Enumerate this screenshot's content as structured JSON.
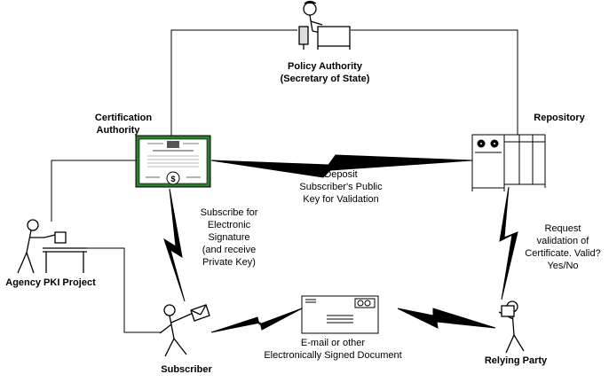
{
  "nodes": {
    "policy_authority": {
      "line1": "Policy Authority",
      "line2": "(Secretary of State)"
    },
    "certification_authority": {
      "line1": "Certification",
      "line2": "Authority"
    },
    "repository": {
      "label": "Repository"
    },
    "agency_pki": {
      "label": "Agency PKI Project"
    },
    "subscriber": {
      "label": "Subscriber"
    },
    "relying_party": {
      "label": "Relying Party"
    }
  },
  "flows": {
    "deposit": {
      "line1": "Deposit",
      "line2": "Subscriber's  Public",
      "line3": "Key for Validation"
    },
    "subscribe": {
      "line1": "Subscribe for",
      "line2": "Electronic",
      "line3": "Signature",
      "line4": "(and receive",
      "line5": "Private Key)"
    },
    "request": {
      "line1": "Request",
      "line2": "validation of",
      "line3": "Certificate. Valid?",
      "line4": "Yes/No"
    },
    "email": {
      "line1": "E-mail or other",
      "line2": "Electronically Signed Document"
    }
  },
  "colors": {
    "certificate_border": "#2e7d32",
    "line": "#000000",
    "background": "#ffffff"
  },
  "icons": [
    "person-at-desk-icon",
    "certificate-icon",
    "server-rack-icon",
    "person-at-table-icon",
    "person-with-envelope-icon",
    "person-holding-box-icon",
    "envelope-icon",
    "lightning-bolt-icon"
  ]
}
